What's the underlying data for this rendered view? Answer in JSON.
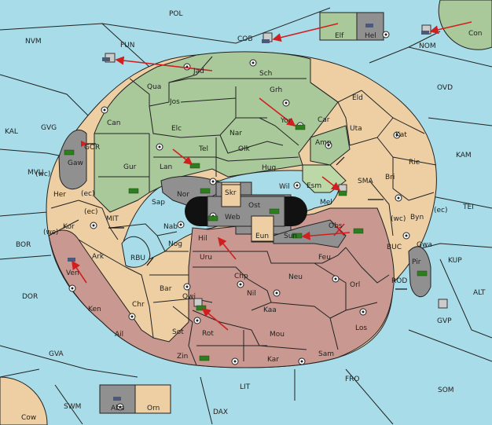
{
  "colors": {
    "sea": "#a8dce8",
    "green": "#a9c99a",
    "tan": "#edcfa3",
    "brown": "#c99890",
    "gray": "#909090",
    "lightgreen": "#bcd8a6",
    "order": "#d11f1f"
  },
  "labels": {
    "pol": "POL",
    "nvm": "NVM",
    "fun": "FUN",
    "cob": "COB",
    "nom": "NOM",
    "con": "Con",
    "elf": "Elf",
    "hel": "Hel",
    "ovd": "OVD",
    "kal": "KAL",
    "gvg": "GVG",
    "gor": "GOR",
    "kam": "KAM",
    "mvu": "MVU",
    "bor": "BOR",
    "tei": "TEI",
    "kup": "KUP",
    "alt": "ALT",
    "dor": "DOR",
    "gva": "GVA",
    "gvp": "GVP",
    "fro": "FRO",
    "som": "SOM",
    "lit": "LIT",
    "swm": "SWM",
    "dax": "DAX",
    "cow": "Cow",
    "aba": "Aba",
    "orn": "Orn",
    "jad": "Jad",
    "sch": "Sch",
    "qua": "Qua",
    "jos": "Jos",
    "grh": "Grh",
    "eld": "Eld",
    "can": "Can",
    "elc": "Elc",
    "nar": "Nar",
    "yor": "Yor",
    "car": "Car",
    "uta": "Uta",
    "kat": "Kat",
    "tel": "Tel",
    "olk": "Olk",
    "amp": "Amp",
    "gur": "Gur",
    "lan": "Lan",
    "hug": "Hug",
    "rie": "Rie",
    "bri": "Bri",
    "gaw": "Gaw",
    "wil": "Wil",
    "esm": "Esm",
    "sma": "SMA",
    "nor": "Nor",
    "skr": "Skr",
    "ost": "Ost",
    "mel": "Mel",
    "sap": "Sap",
    "web": "Web",
    "her": "Her",
    "ec1": "(ec)",
    "wc1": "(wc)",
    "byn": "Byn",
    "ec3": "(ec)",
    "wc3": "(wc)",
    "mit": "MIT",
    "ec2": "(ec)",
    "kor": "Kor",
    "wc2": "(wc)",
    "nab": "Nab",
    "hil": "Hil",
    "eun": "Eun",
    "sun": "Sun",
    "obs": "Obs",
    "gwa": "Gwa",
    "buc": "BUC",
    "ark": "Ark",
    "rbu": "RBU",
    "nog": "Nog",
    "uru": "Uru",
    "feu": "Feu",
    "pir": "Pir",
    "ven": "Ven",
    "chp": "Chp",
    "neu": "Neu",
    "orl": "Orl",
    "rod": "ROD",
    "bar": "Bar",
    "qwi": "Qwi",
    "nil": "Nil",
    "ken": "Ken",
    "chr": "Chr",
    "kaa": "Kaa",
    "ail": "Ail",
    "sot": "Sot",
    "rot": "Rot",
    "los": "Los",
    "mou": "Mou",
    "sam": "Sam",
    "zin": "Zin",
    "kar": "Kar"
  }
}
